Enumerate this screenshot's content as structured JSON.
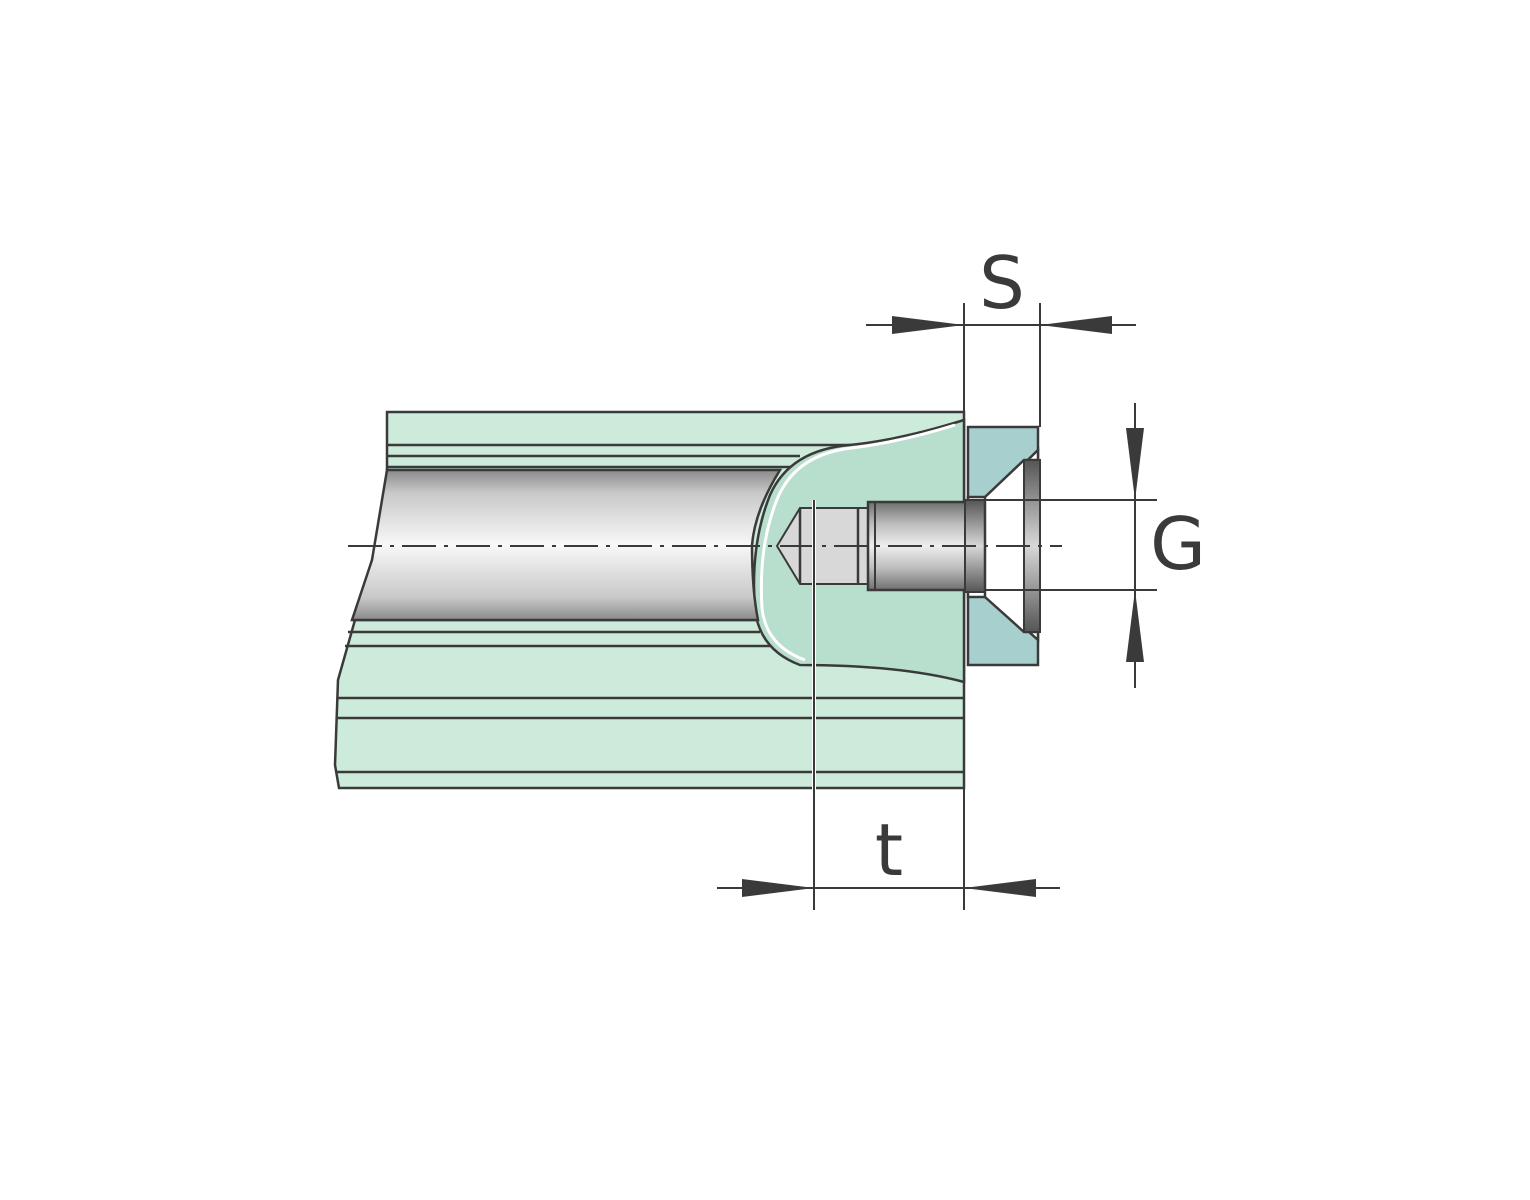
{
  "diagram": {
    "labels": {
      "s": "S",
      "g": "G",
      "t": "t"
    },
    "colors": {
      "rail_body": "#cdebdb",
      "rail_shaded": "#b8dece",
      "endcap": "#a6cfce",
      "line": "#3a3a3a",
      "background": "#ffffff"
    }
  }
}
